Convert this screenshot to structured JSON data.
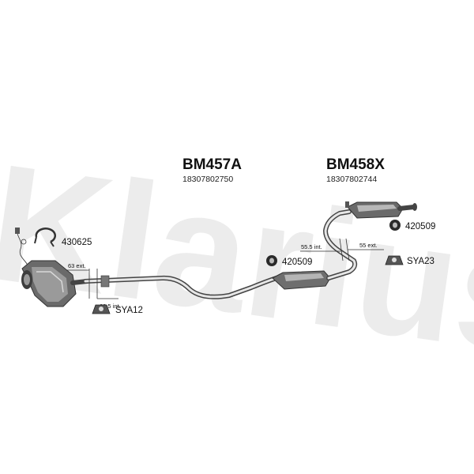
{
  "watermark": "Klarius",
  "parts": {
    "front_section": {
      "code": "BM457A",
      "oem": "18307802750"
    },
    "rear_section": {
      "code": "BM458X",
      "oem": "18307802744"
    }
  },
  "labels": {
    "clamp": "430625",
    "mount_rear": "420509",
    "mount_mid": "420509",
    "gasket_rear": "SYA23",
    "gasket_front": "SYA12"
  },
  "dimensions": {
    "front_ext": "63 ext.",
    "front_int": "63.5 int.",
    "mid_int": "55.5 int.",
    "mid_ext": "55 ext."
  },
  "colors": {
    "line": "#333333",
    "watermark": "#ececec"
  }
}
